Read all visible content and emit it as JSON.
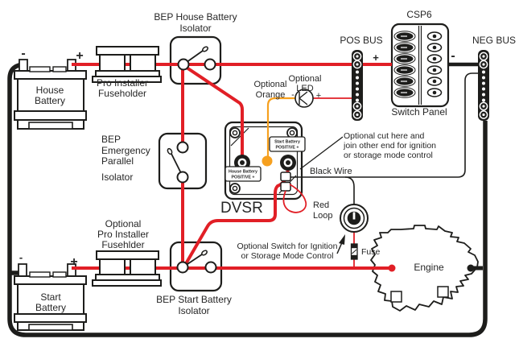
{
  "labels": {
    "bep_house_1": "BEP House Battery",
    "bep_house_2": "Isolator",
    "csp6": "CSP6",
    "pos_bus": "POS BUS",
    "neg_bus": "NEG BUS",
    "pro_installer_1": "Pro Installer",
    "pro_installer_2": "Fuseholder",
    "house_battery_1": "House",
    "house_battery_2": "Battery",
    "emergency_1": "BEP",
    "emergency_2": "Emergency",
    "emergency_3": "Parallel",
    "emergency_4": "Isolator",
    "optional_orange_1": "Optional",
    "optional_orange_2": "Orange",
    "optional_led_1": "Optional",
    "optional_led_2": "LED",
    "switch_panel": "Switch Panel",
    "cut_note_1": "Optional cut here and",
    "cut_note_2": "join other end for ignition",
    "cut_note_3": "or storage mode control",
    "black_wire": "Black Wire",
    "red_loop_1": "Red",
    "red_loop_2": "Loop",
    "dvsr": "DVSR",
    "dvsr_start_1": "Start Battery",
    "dvsr_start_2": "POSITIVE +",
    "dvsr_house_1": "House Battery",
    "dvsr_house_2": "POSITIVE +",
    "optional_fuseholder_1": "Optional",
    "optional_fuseholder_2": "Pro Installer",
    "optional_fuseholder_3": "Fusehlder",
    "ignition_note_1": "Optional Switch for Ignition",
    "ignition_note_2": "or Storage Mode Control",
    "fuse": "Fuse",
    "engine": "Engine",
    "start_battery_1": "Start",
    "start_battery_2": "Battery",
    "bep_start_1": "BEP Start Battery",
    "bep_start_2": "Isolator"
  },
  "signs": {
    "plus": "+",
    "minus": "-"
  },
  "colors": {
    "wire_red": "#e11f26",
    "wire_orange": "#f6a01f",
    "wire_black": "#1d1d1b",
    "background": "#ffffff"
  }
}
